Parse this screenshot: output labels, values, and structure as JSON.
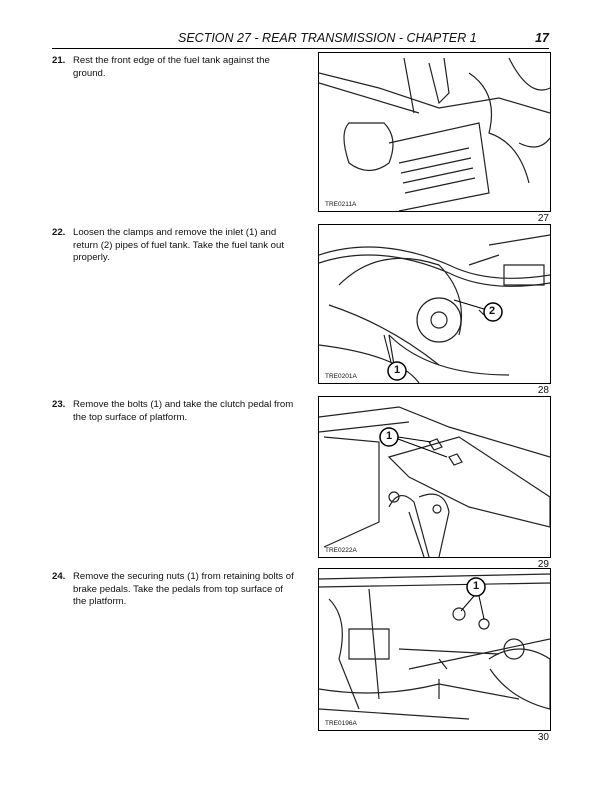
{
  "header": {
    "title": "SECTION 27 - REAR TRANSMISSION - CHAPTER 1",
    "page": "17"
  },
  "steps": [
    {
      "num": "21.",
      "text": "Rest the front edge of the fuel tank against the ground.",
      "figure_code": "TRE0211A",
      "figure_num": "27",
      "callouts": []
    },
    {
      "num": "22.",
      "text": "Loosen the clamps and remove the inlet (1) and return (2) pipes of fuel tank. Take the fuel tank out properly.",
      "figure_code": "TRE0201A",
      "figure_num": "28",
      "callouts": [
        "1",
        "2"
      ]
    },
    {
      "num": "23.",
      "text": "Remove the bolts (1) and take the clutch pedal from the top surface of platform.",
      "figure_code": "TRE0222A",
      "figure_num": "29",
      "callouts": [
        "1"
      ]
    },
    {
      "num": "24.",
      "text": "Remove the securing nuts (1) from retaining bolts of brake pedals. Take the pedals from top surface of the platform.",
      "figure_code": "TRE0196A",
      "figure_num": "30",
      "callouts": [
        "1"
      ]
    }
  ]
}
